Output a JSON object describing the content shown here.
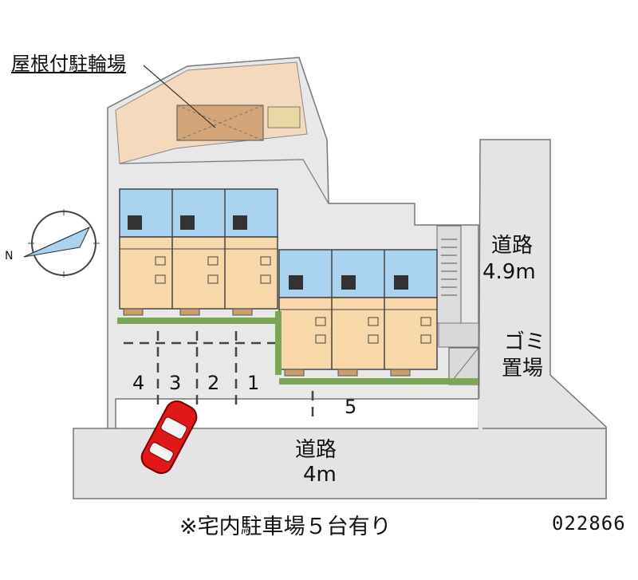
{
  "labels": {
    "roof_bicycle_parking": "屋根付駐輪場",
    "road_right_name": "道路",
    "road_right_width": "4.9m",
    "garbage_line1": "ゴミ",
    "garbage_line2": "置場",
    "road_bottom_name": "道路",
    "road_bottom_width": "4m",
    "compass_north": "N"
  },
  "parking_spaces": [
    "4",
    "3",
    "2",
    "1",
    "5"
  ],
  "parking_note": "※宅内駐車場５台有り",
  "property_code": "022866",
  "colors": {
    "ground": "#e9e9e9",
    "road": "#e6e6e6",
    "outline": "#666666",
    "room_blue": "#a9d3ef",
    "room_peach": "#f8d7a8",
    "hedge": "#7aa655",
    "roof_bike": "#d3a578",
    "car_red": "#e01818"
  }
}
